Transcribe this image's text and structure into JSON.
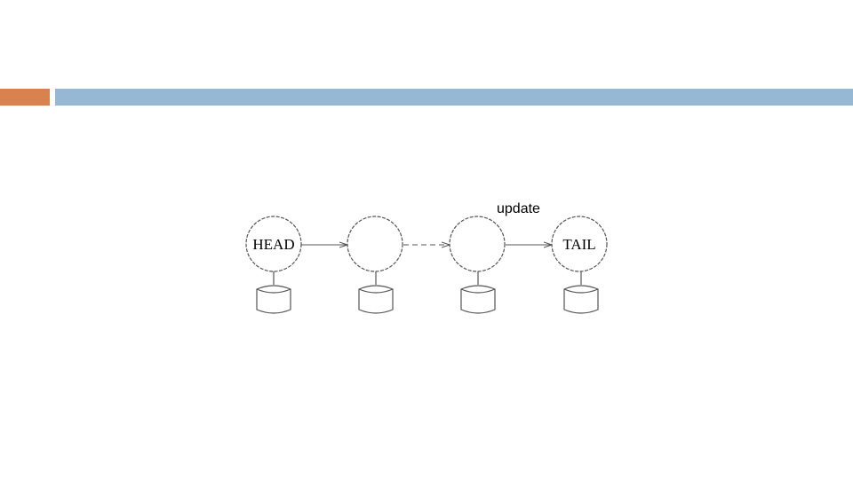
{
  "colors": {
    "accent_bar": "#d9814f",
    "main_bar": "#96b8d4",
    "stroke": "#555555"
  },
  "diagram": {
    "annotation": "update",
    "nodes": [
      {
        "label": "HEAD"
      },
      {
        "label": ""
      },
      {
        "label": ""
      },
      {
        "label": "TAIL"
      }
    ],
    "edges": [
      {
        "from": 0,
        "to": 1,
        "style": "solid"
      },
      {
        "from": 1,
        "to": 2,
        "style": "dashed"
      },
      {
        "from": 2,
        "to": 3,
        "style": "solid"
      }
    ],
    "storage": [
      {
        "node": 0,
        "icon": "database-icon"
      },
      {
        "node": 1,
        "icon": "database-icon"
      },
      {
        "node": 2,
        "icon": "database-icon"
      },
      {
        "node": 3,
        "icon": "database-icon"
      }
    ]
  }
}
